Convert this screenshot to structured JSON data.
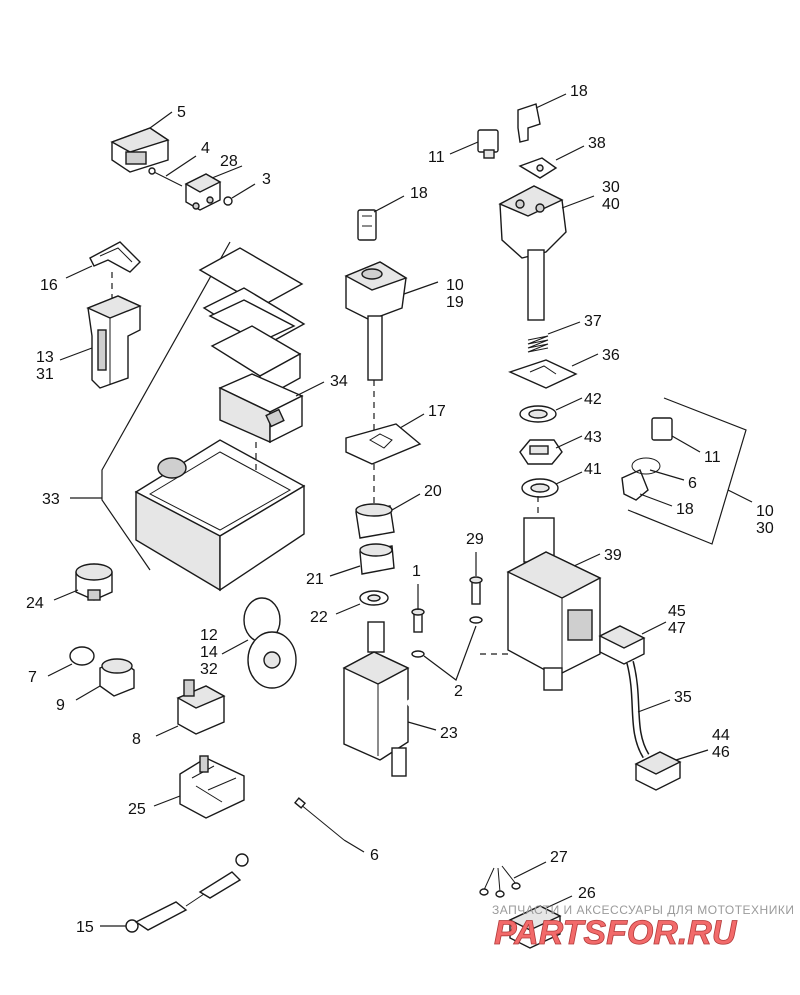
{
  "callouts": {
    "c5": "5",
    "c4": "4",
    "c28": "28",
    "c3": "3",
    "c16": "16",
    "c13_31": "13\n31",
    "c34": "34",
    "c33": "33",
    "c24": "24",
    "c7": "7",
    "c9": "9",
    "c12_14_32": "12\n14\n32",
    "c8": "8",
    "c25": "25",
    "c15": "15",
    "c6b": "6",
    "c18a": "18",
    "c10_19": "10\n19",
    "c17": "17",
    "c20": "20",
    "c21": "21",
    "c22": "22",
    "c1": "1",
    "c2": "2",
    "c23": "23",
    "c27": "27",
    "c26": "26",
    "c11a": "11",
    "c18b": "18",
    "c38": "38",
    "c30_40": "30\n40",
    "c37": "37",
    "c36": "36",
    "c42": "42",
    "c43": "43",
    "c41": "41",
    "c29": "29",
    "c39": "39",
    "c11b": "11",
    "c6a": "6",
    "c18c": "18",
    "c10_30": "10\n30",
    "c45_47": "45\n47",
    "c35": "35",
    "c44_46": "44\n46"
  },
  "watermark": {
    "tagline": "ЗАПЧАСТИ И АКСЕССУАРЫ ДЛЯ МОТОТЕХНИКИ",
    "logo": "PARTSFOR.RU",
    "logo_color": "#f26a6a"
  },
  "colors": {
    "line": "#1a1a1a",
    "background": "#ffffff"
  }
}
